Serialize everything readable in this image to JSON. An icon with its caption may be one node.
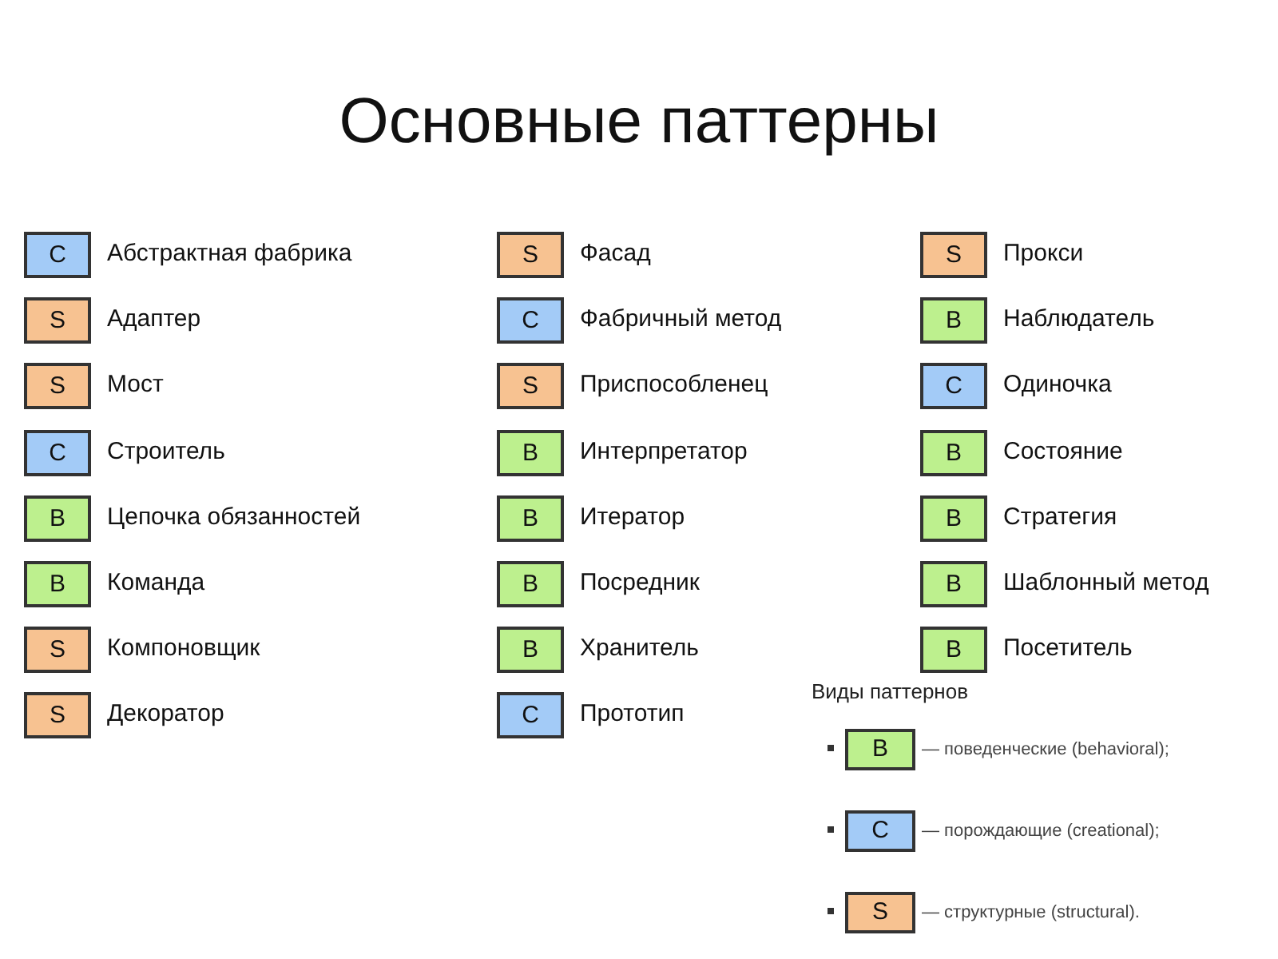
{
  "diagram": {
    "title": "Основные паттерны",
    "nodes": [
      {
        "text": [
          "C"
        ],
        "beside": [
          "Абстрактная фабрика"
        ]
      },
      {
        "text": [
          "S"
        ],
        "beside": [
          "Адаптер"
        ]
      },
      {
        "text": [
          "S"
        ],
        "beside": [
          "Мост"
        ]
      },
      {
        "text": [
          "C"
        ],
        "beside": [
          "Строитель"
        ]
      },
      {
        "text": [
          "B"
        ],
        "beside": [
          "Цепочка обязанностей"
        ]
      },
      {
        "text": [
          "B"
        ],
        "beside": [
          "Команда"
        ]
      },
      {
        "text": [
          "S"
        ],
        "beside": [
          "Компоновщик"
        ]
      },
      {
        "text": [
          "S"
        ],
        "beside": [
          "Декоратор"
        ]
      },
      {
        "text": [
          "S"
        ],
        "beside": [
          "Фасад"
        ]
      },
      {
        "text": [
          "C"
        ],
        "beside": [
          "Фабричный метод"
        ]
      },
      {
        "text": [
          "S"
        ],
        "beside": [
          "Приспособленец"
        ]
      },
      {
        "text": [
          "B"
        ],
        "beside": [
          "Интерпретатор"
        ]
      },
      {
        "text": [
          "B"
        ],
        "beside": [
          "Итератор"
        ]
      },
      {
        "text": [
          "B"
        ],
        "beside": [
          "Посредник"
        ]
      },
      {
        "text": [
          "B"
        ],
        "beside": [
          "Хранитель"
        ]
      },
      {
        "text": [
          "C"
        ],
        "beside": [
          "Прототип"
        ]
      },
      {
        "text": [
          "S"
        ],
        "beside": [
          "Прокси"
        ]
      },
      {
        "text": [
          "B"
        ],
        "beside": [
          "Наблюдатель"
        ]
      },
      {
        "text": [
          "C"
        ],
        "beside": [
          "Одиночка"
        ]
      },
      {
        "text": [
          "B"
        ],
        "beside": [
          "Состояние"
        ]
      },
      {
        "text": [
          "B"
        ],
        "beside": [
          "Стратегия"
        ]
      },
      {
        "text": [
          "B"
        ],
        "beside": [
          "Шаблонный метод"
        ]
      },
      {
        "text": [
          "B"
        ],
        "beside": [
          "Посетитель"
        ]
      }
    ],
    "labels": [
      "Виды паттернов",
      "B",
      "C",
      "S"
    ],
    "legend": [
      {
        "text": "— поведенческие (behavioral);",
        "color": "#bdf08e"
      },
      {
        "text": "— порождающие (creational);",
        "color": "#a3cbf7"
      },
      {
        "text": "— структурные (structural).",
        "color": "#f7c291"
      }
    ]
  }
}
